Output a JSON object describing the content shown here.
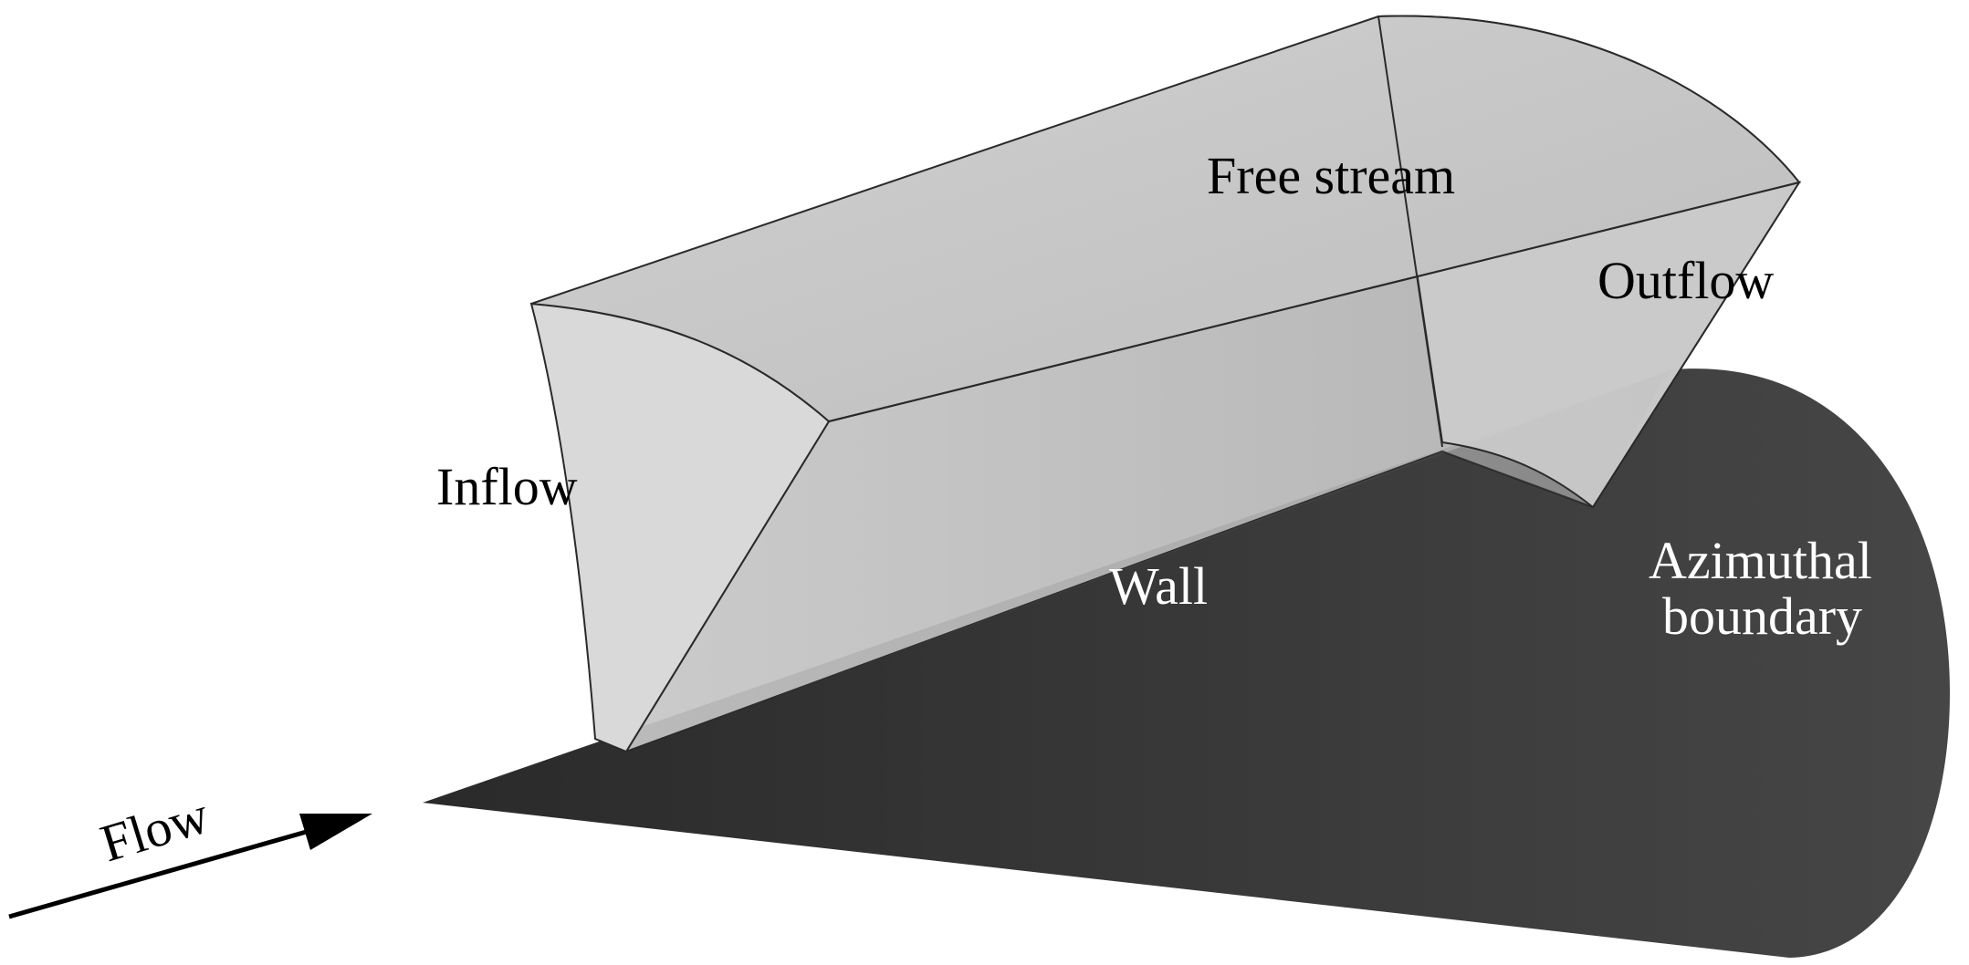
{
  "labels": {
    "free_stream": "Free stream",
    "outflow": "Outflow",
    "inflow": "Inflow",
    "wall": "Wall",
    "azimuthal_line1": "Azimuthal",
    "azimuthal_line2": "boundary",
    "flow": "Flow"
  },
  "colors": {
    "cone": "#3a3a3a",
    "domain_top": "#c4c4c4",
    "domain_front": "#b8b8b8",
    "inflow_face": "#dadada",
    "outflow_face": "#cfcfcf",
    "edge": "#2a2a2a",
    "arrow": "#000000"
  }
}
